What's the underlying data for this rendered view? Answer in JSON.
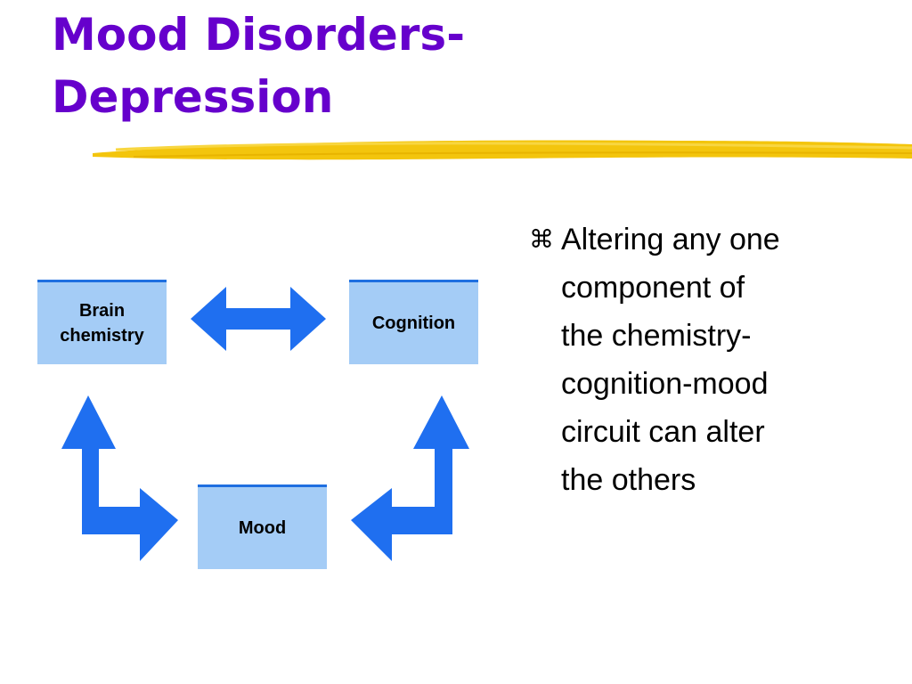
{
  "slide": {
    "title_lines": [
      "Mood Disorders-",
      "Depression"
    ],
    "accent_colors": {
      "title": "#6600CC",
      "underline": "#F2C200",
      "box_fill": "#A4CCF6",
      "box_border": "#1F6FE0",
      "arrow": "#1F6FF0"
    }
  },
  "diagram": {
    "nodes": {
      "brain": "Brain\nchemistry",
      "cognition": "Cognition",
      "mood": "Mood"
    }
  },
  "bullet": {
    "icon": "command-bullet-icon",
    "glyph": "⌘",
    "lines": [
      "Altering any one",
      "component of",
      "the chemistry-",
      "cognition-mood",
      "circuit can alter",
      "the others"
    ]
  }
}
